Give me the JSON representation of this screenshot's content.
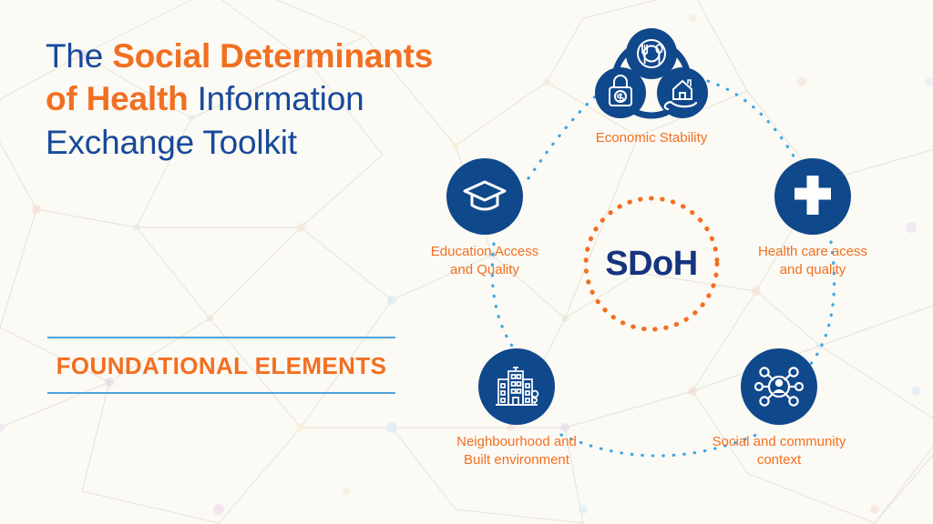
{
  "headline": {
    "line1_plain": "The ",
    "line1_strong": "Social Determinants",
    "line2_strong": "of Health",
    "line2_plain": " Information",
    "line3_plain": "Exchange Toolkit"
  },
  "foundational": {
    "title": "FOUNDATIONAL ELEMENTS"
  },
  "center": {
    "label": "SDoH"
  },
  "colors": {
    "background": "#fbfaf4",
    "navy": "#17499b",
    "disc_navy": "#10488c",
    "orange": "#f26f21",
    "rule_blue": "#4da3dd",
    "dotted_blue": "#3aa7e8",
    "dotted_orange": "#f26f21"
  },
  "nodes": [
    {
      "id": "economic",
      "label": "Economic Stability",
      "icon": "economic-stability-icon",
      "icon_parts": [
        "plate-fork-spoon-icon",
        "padlock-dollar-icon",
        "hand-holding-house-icon"
      ]
    },
    {
      "id": "education",
      "label": "Education Access\nand Quality",
      "icon": "graduation-cap-icon"
    },
    {
      "id": "health",
      "label": "Health care acess\nand quality",
      "icon": "medical-cross-icon"
    },
    {
      "id": "neighbourhood",
      "label": "Neighbourhood and\nBuilt environment",
      "icon": "city-buildings-icon"
    },
    {
      "id": "social",
      "label": "Social and community\ncontext",
      "icon": "social-network-person-icon"
    }
  ]
}
